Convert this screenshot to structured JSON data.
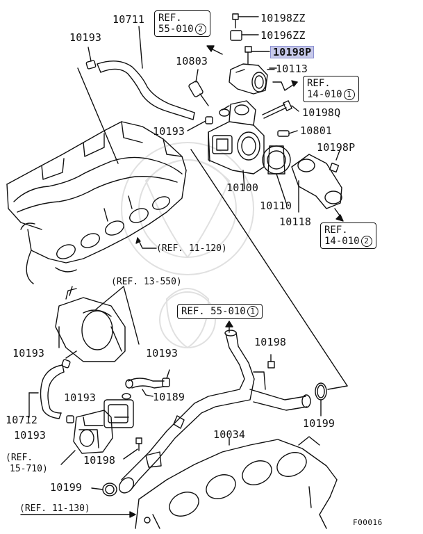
{
  "parts": [
    {
      "id": "p10711",
      "label": "10711",
      "highlighted": false
    },
    {
      "id": "p10193a",
      "label": "10193",
      "highlighted": false
    },
    {
      "id": "p10198ZZ",
      "label": "10198ZZ",
      "highlighted": false
    },
    {
      "id": "p10196ZZ",
      "label": "10196ZZ",
      "highlighted": false
    },
    {
      "id": "p10198P_top",
      "label": "10198P",
      "highlighted": true
    },
    {
      "id": "p10803",
      "label": "10803",
      "highlighted": false
    },
    {
      "id": "p10113",
      "label": "10113",
      "highlighted": false
    },
    {
      "id": "p10198Q",
      "label": "10198Q",
      "highlighted": false
    },
    {
      "id": "p10193b",
      "label": "10193",
      "highlighted": false
    },
    {
      "id": "p10801",
      "label": "10801",
      "highlighted": false
    },
    {
      "id": "p10198P_right",
      "label": "10198P",
      "highlighted": false
    },
    {
      "id": "p10100",
      "label": "10100",
      "highlighted": false
    },
    {
      "id": "p10110",
      "label": "10110",
      "highlighted": false
    },
    {
      "id": "p10118",
      "label": "10118",
      "highlighted": false
    },
    {
      "id": "p10193c",
      "label": "10193",
      "highlighted": false
    },
    {
      "id": "p10193d",
      "label": "10193",
      "highlighted": false
    },
    {
      "id": "p10198a",
      "label": "10198",
      "highlighted": false
    },
    {
      "id": "p10193e",
      "label": "10193",
      "highlighted": false
    },
    {
      "id": "p10189",
      "label": "10189",
      "highlighted": false
    },
    {
      "id": "p10712",
      "label": "10712",
      "highlighted": false
    },
    {
      "id": "p10193f",
      "label": "10193",
      "highlighted": false
    },
    {
      "id": "p10034",
      "label": "10034",
      "highlighted": false
    },
    {
      "id": "p10199a",
      "label": "10199",
      "highlighted": false
    },
    {
      "id": "p10198b",
      "label": "10198",
      "highlighted": false
    },
    {
      "id": "p10199b",
      "label": "10199",
      "highlighted": false
    }
  ],
  "refs": [
    {
      "id": "ref_55_010_2",
      "line1": "REF.",
      "line2": "55-010",
      "circle": "2"
    },
    {
      "id": "ref_14_010_1",
      "line1": "REF.",
      "line2": "14-010",
      "circle": "1"
    },
    {
      "id": "ref_14_010_2",
      "line1": "REF.",
      "line2": "14-010",
      "circle": "2"
    },
    {
      "id": "ref_55_010_1",
      "line1": "REF.",
      "line2": "55-010",
      "circle": "1"
    }
  ],
  "plain_refs": [
    {
      "id": "ref_11_120",
      "text": "(REF. 11-120)"
    },
    {
      "id": "ref_13_550",
      "text": "(REF. 13-550)"
    },
    {
      "id": "ref_15_710_a",
      "text": "(REF."
    },
    {
      "id": "ref_15_710_b",
      "text": "15-710)"
    },
    {
      "id": "ref_11_130",
      "text": "(REF. 11-130)"
    }
  ],
  "figure_code": "F00016",
  "colors": {
    "highlight": "#c7c9ea",
    "ink": "#111111"
  }
}
